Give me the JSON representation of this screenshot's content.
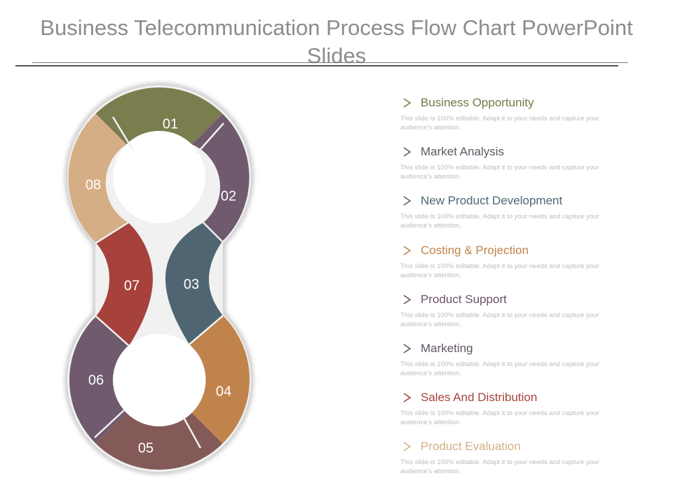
{
  "slide": {
    "title": "Business Telecommunication Process Flow Chart PowerPoint Slides"
  },
  "diagram": {
    "segments": [
      {
        "label": "01",
        "color": "#7a7d4e"
      },
      {
        "label": "02",
        "color": "#6f5a6e"
      },
      {
        "label": "03",
        "color": "#4f6672"
      },
      {
        "label": "04",
        "color": "#c0834c"
      },
      {
        "label": "05",
        "color": "#835a57"
      },
      {
        "label": "06",
        "color": "#6f5a6e"
      },
      {
        "label": "07",
        "color": "#a6423b"
      },
      {
        "label": "08",
        "color": "#d6ae85"
      }
    ]
  },
  "list": {
    "icon": "chevron-right-icon",
    "items": [
      {
        "title": "Business Opportunity",
        "color": "#747a45",
        "desc": "This slide is 100% editable. Adapt it to your needs and capture your audience's attention."
      },
      {
        "title": "Market Analysis",
        "color": "#5f5565",
        "desc": "This slide is 100% editable. Adapt it to your needs and capture your audience's attention."
      },
      {
        "title": "New Product Development",
        "color": "#4f6672",
        "desc": "This slide is 100% editable. Adapt it to your needs and capture your audience's attention."
      },
      {
        "title": "Costing & Projection",
        "color": "#c0834c",
        "desc": "This slide is 100% editable. Adapt it to your needs and capture your audience's attention."
      },
      {
        "title": "Product Support",
        "color": "#6b5166",
        "desc": "This slide is 100% editable. Adapt it to your needs and capture your audience's attention."
      },
      {
        "title": "Marketing",
        "color": "#5f5565",
        "desc": "This slide is 100% editable. Adapt it to your needs and capture your audience's attention."
      },
      {
        "title": "Sales And Distribution",
        "color": "#a6423b",
        "desc": "This slide is 100% editable. Adapt it to your needs and capture your audience's attention."
      },
      {
        "title": "Product Evaluation",
        "color": "#d6ae85",
        "desc": "This slide is 100% editable. Adapt it to your needs and capture your audience's attention."
      }
    ]
  }
}
